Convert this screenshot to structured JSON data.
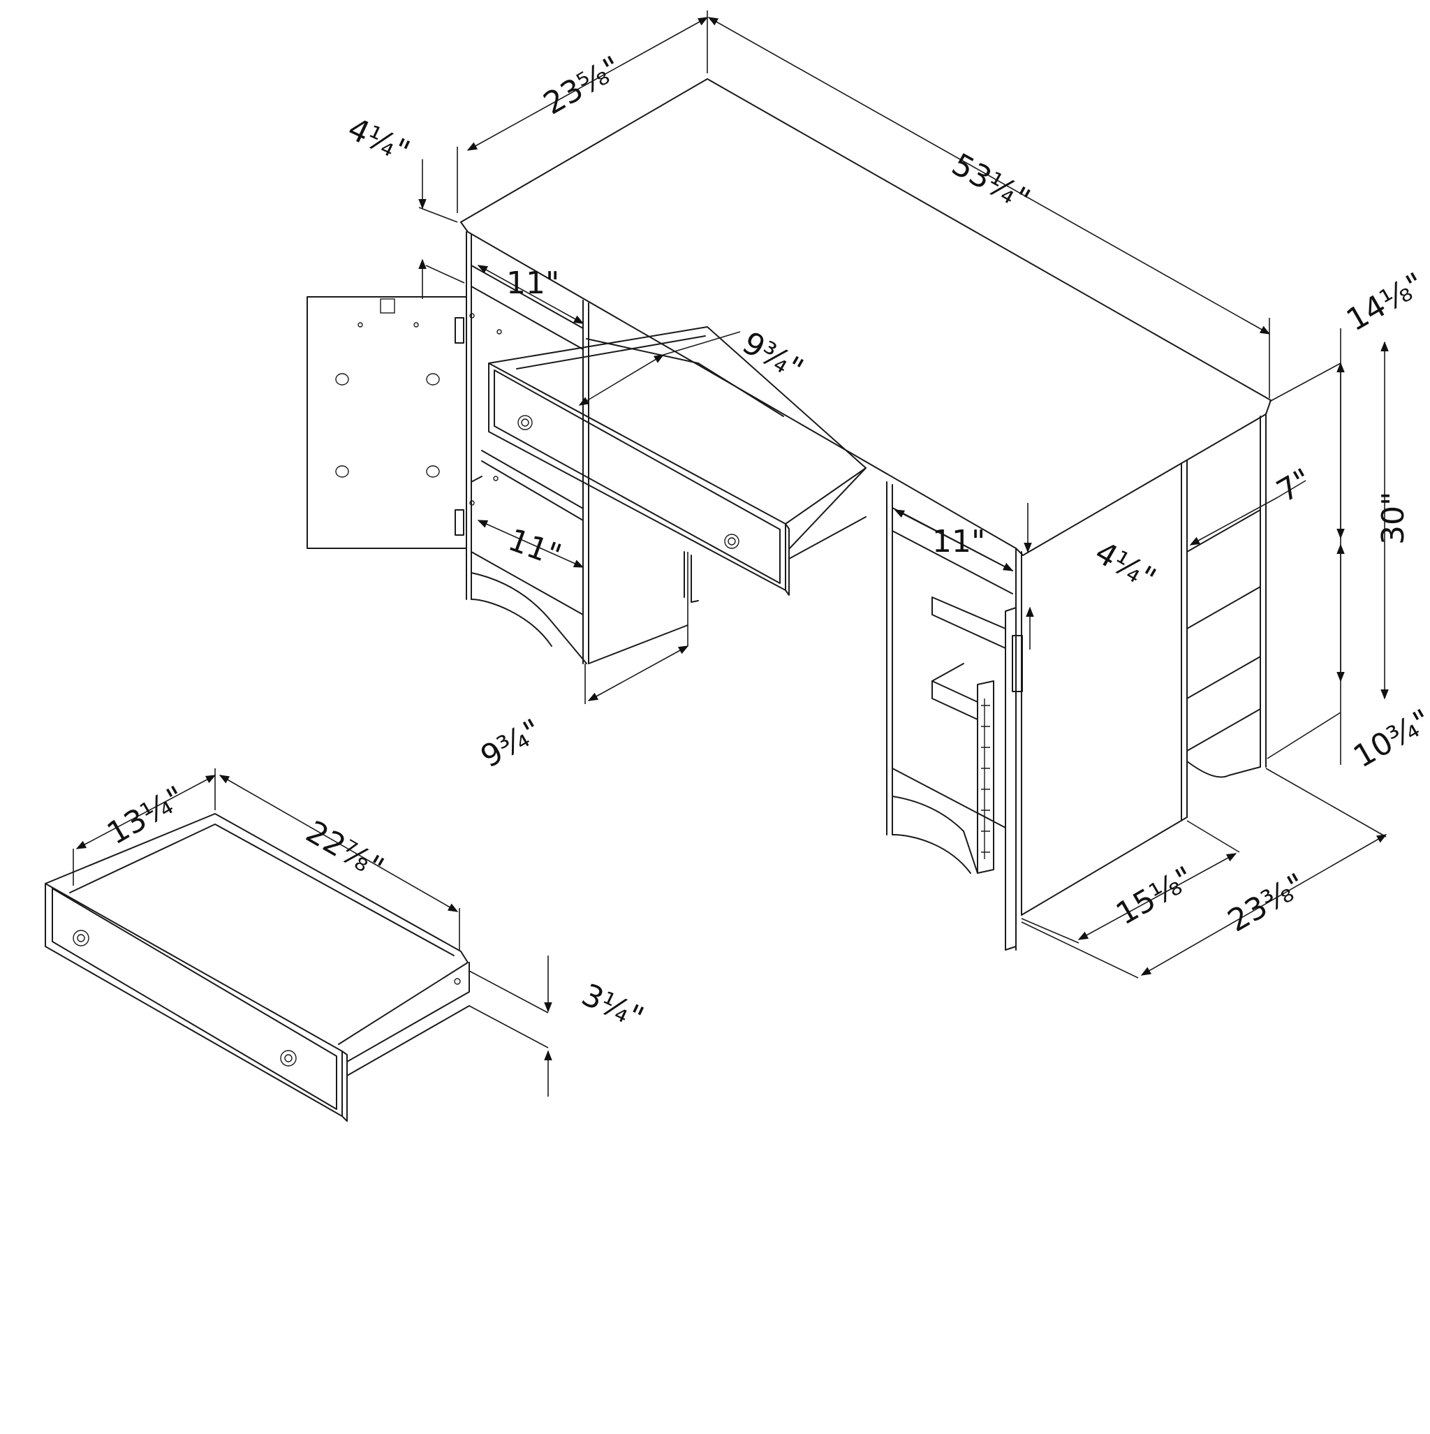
{
  "labels": {
    "desk_depth_top": "23⅝\"",
    "desk_width": "53¼\"",
    "top_apron_left": "4¼\"",
    "upper_shelf_depth_left": "11\"",
    "lower_shelf_depth_left": "11\"",
    "drawer_inner_depth": "9¾\"",
    "kneehole_depth": "9¾\"",
    "shelf_depth_right": "11\"",
    "top_apron_right": "4¼\"",
    "upper_height": "14⅛\"",
    "total_height": "30\"",
    "lower_height": "10¾\"",
    "side_opening": "7\"",
    "cabinet_depth": "15⅛\"",
    "desk_depth_bottom": "23⅜\"",
    "drawer_depth": "13¼\"",
    "drawer_width": "22⅞\"",
    "drawer_height": "3¼\""
  },
  "colors": {
    "line": "#1a1a1a",
    "background": "#ffffff"
  }
}
